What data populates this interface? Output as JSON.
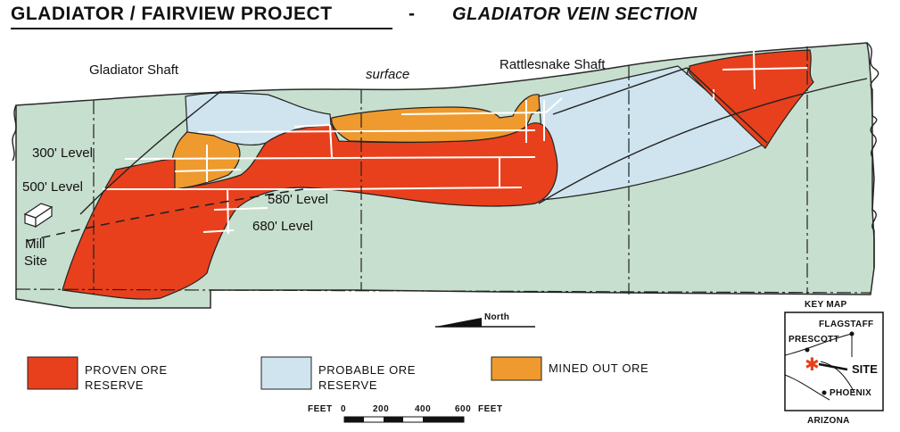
{
  "title": "GLADIATOR / FAIRVIEW PROJECT",
  "title_separator": "-",
  "subtitle": "GLADIATOR VEIN SECTION",
  "labels": {
    "gladiator_shaft": "Gladiator Shaft",
    "surface": "surface",
    "rattlesnake_shaft": "Rattlesnake Shaft",
    "level_300": "300' Level",
    "level_500": "500' Level",
    "level_580": "580' Level",
    "level_680": "680' Level",
    "mill_line1": "Mill",
    "mill_line2": "Site"
  },
  "north_arrow": {
    "label": "North"
  },
  "legend": [
    {
      "key": "proven",
      "line1": "PROVEN ORE",
      "line2": "RESERVE",
      "color": "#e8401c"
    },
    {
      "key": "probable",
      "line1": "PROBABLE ORE",
      "line2": "RESERVE",
      "color": "#cfe4ef"
    },
    {
      "key": "mined",
      "line1": "MINED OUT ORE",
      "line2": "",
      "color": "#ee9a2e"
    }
  ],
  "scale_bar": {
    "prefix": "FEET",
    "ticks": [
      "0",
      "200",
      "400",
      "600"
    ],
    "suffix": "FEET"
  },
  "key_map": {
    "title": "KEY MAP",
    "cities": [
      "FLAGSTAFF",
      "PRESCOTT",
      "PHOENIX"
    ],
    "site_label": "SITE",
    "state": "ARIZONA"
  },
  "colors": {
    "rock": "#c7dfce",
    "proven": "#e8401c",
    "probable": "#cfe4ef",
    "mined": "#ee9a2e",
    "site_marker": "#e8401c"
  }
}
